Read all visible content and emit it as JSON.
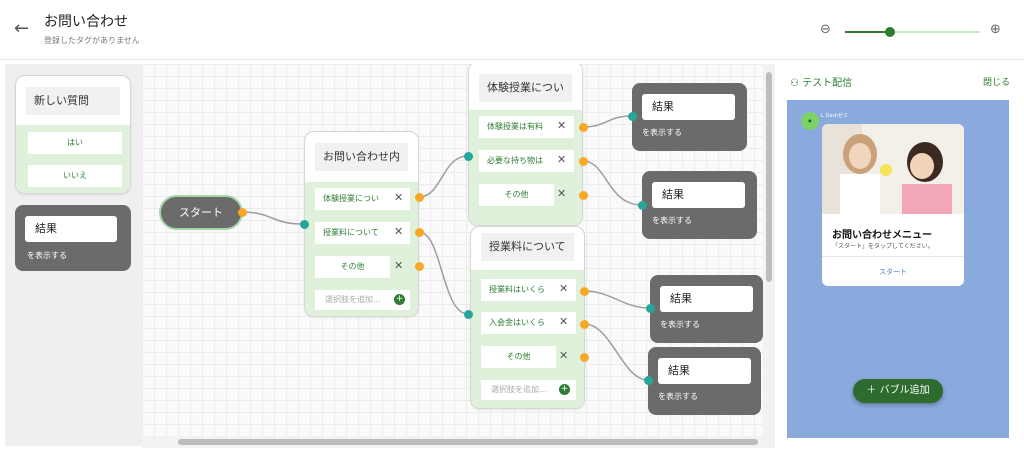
{
  "header": {
    "title": "お問い合わせ",
    "subtitle": "登録したタグがありません",
    "zoom_percent": 33
  },
  "palette": {
    "question": {
      "title": "新しい質問",
      "options": [
        "はい",
        "いいえ"
      ]
    },
    "result": {
      "title": "結果",
      "subtext": "を表示する"
    }
  },
  "flow": {
    "start_label": "スタート",
    "inquiry": {
      "title": "お問い合わせ内",
      "options": [
        "体験授業につい",
        "授業料について",
        "その他"
      ],
      "add_option": "選択肢を追加..."
    },
    "trial": {
      "title": "体験授業につい",
      "options": [
        "体験授業は有料",
        "必要な持ち物は",
        "その他"
      ]
    },
    "tuition": {
      "title": "授業料について",
      "options": [
        "授業料はいくら",
        "入会金はいくら",
        "その他"
      ],
      "add_option": "選択肢を追加..."
    },
    "results": [
      {
        "title": "結果",
        "subtext": "を表示する"
      },
      {
        "title": "結果",
        "subtext": "を表示する"
      },
      {
        "title": "結果",
        "subtext": "を表示する"
      },
      {
        "title": "結果",
        "subtext": "を表示する"
      }
    ]
  },
  "test_panel": {
    "title": "テスト配信",
    "close": "閉じる",
    "bot_name": "L Dashゼミ",
    "card": {
      "title": "お問い合わせメニュー",
      "description": "「スタート」をタップしてください。",
      "button": "スタート"
    },
    "add_bubble": "バブル追加"
  }
}
